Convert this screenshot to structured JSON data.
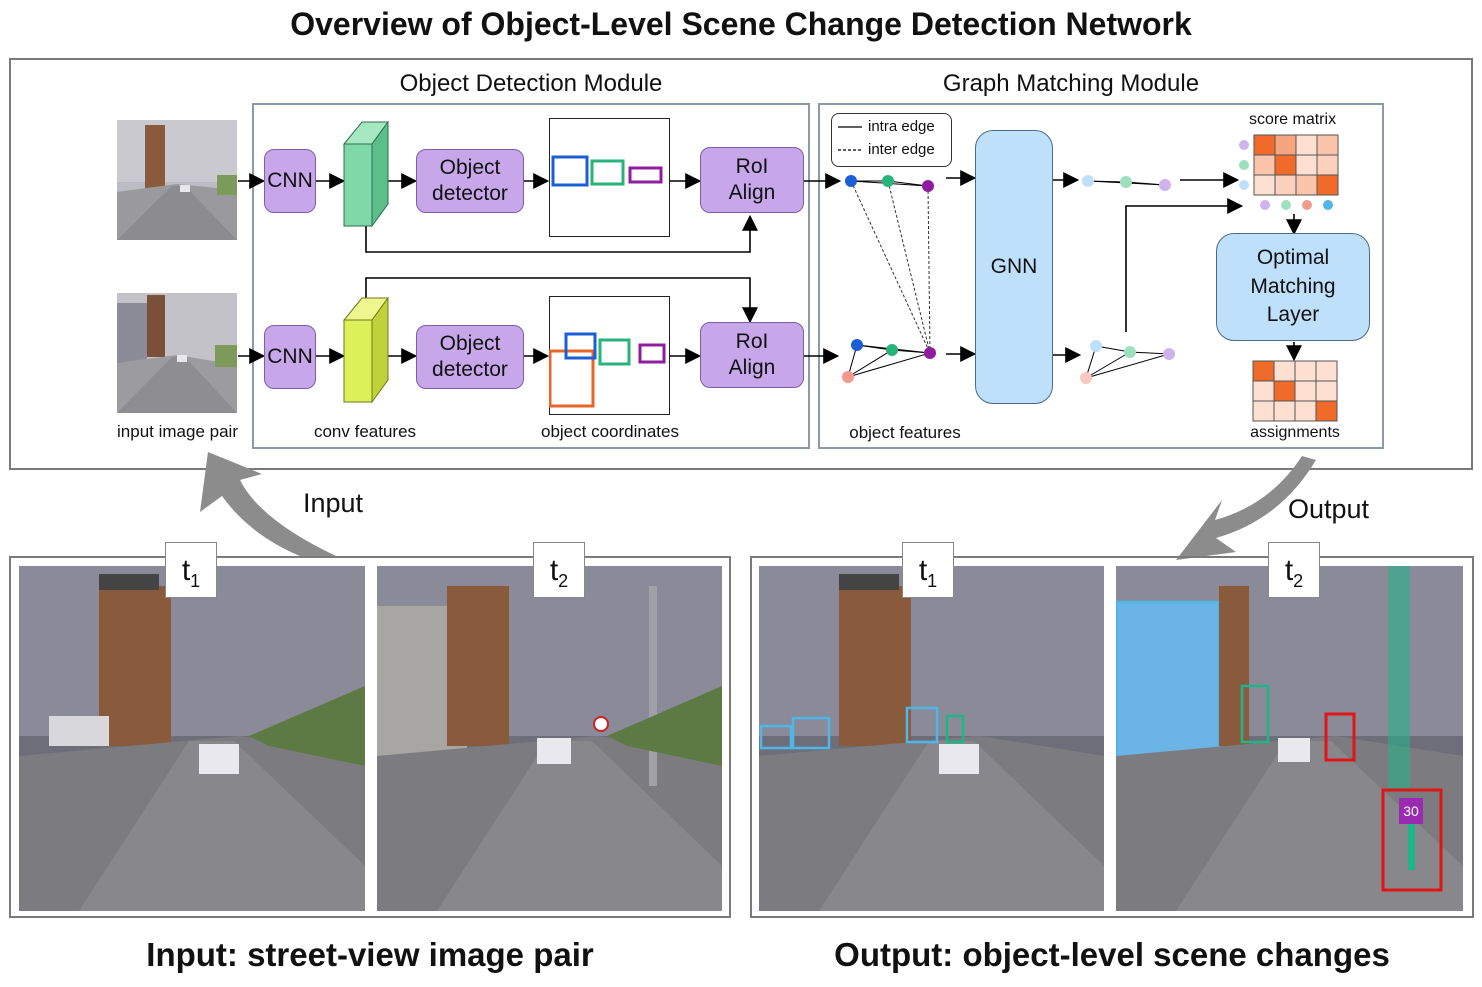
{
  "title": "Overview of Object-Level Scene Change Detection Network",
  "modules": {
    "object_detection": "Object Detection Module",
    "graph_matching": "Graph Matching Module"
  },
  "blocks": {
    "cnn_top": "CNN",
    "cnn_bottom": "CNN",
    "detector_top": "Object detector",
    "detector_bottom": "Object detector",
    "roi_top": "RoI Align",
    "roi_bottom": "RoI Align",
    "gnn": "GNN",
    "optimal_matching": "Optimal Matching Layer"
  },
  "legend": {
    "intra": "intra edge",
    "inter": "inter edge"
  },
  "labels": {
    "input_image_pair": "input image pair",
    "conv_features": "conv features",
    "object_coordinates": "object coordinates",
    "object_features": "object features",
    "score_matrix": "score matrix",
    "assignments": "assignments"
  },
  "io": {
    "input": "Input",
    "output": "Output"
  },
  "tags": {
    "t": "t",
    "in_t1_sub": "1",
    "in_t2_sub": "2",
    "out_t1_sub": "1",
    "out_t2_sub": "2"
  },
  "speed_sign": "30",
  "bottom": {
    "input_caption": "Input: street-view image pair",
    "output_caption": "Output: object-level scene changes"
  },
  "colors": {
    "block_purple": "#c7a7ea",
    "block_blue": "#bfe0fa",
    "conv_green": "#7fd8a8",
    "conv_yellow": "#dcf05a",
    "node_blue": "#1a5fd6",
    "node_green": "#27b37a",
    "node_purple": "#8e1e9e",
    "node_pink": "#f29a8e",
    "score_dark": "#f06a2a",
    "change_red": "#e01515",
    "change_cyan": "#4fb6e8",
    "change_teal": "#1fb58a"
  }
}
